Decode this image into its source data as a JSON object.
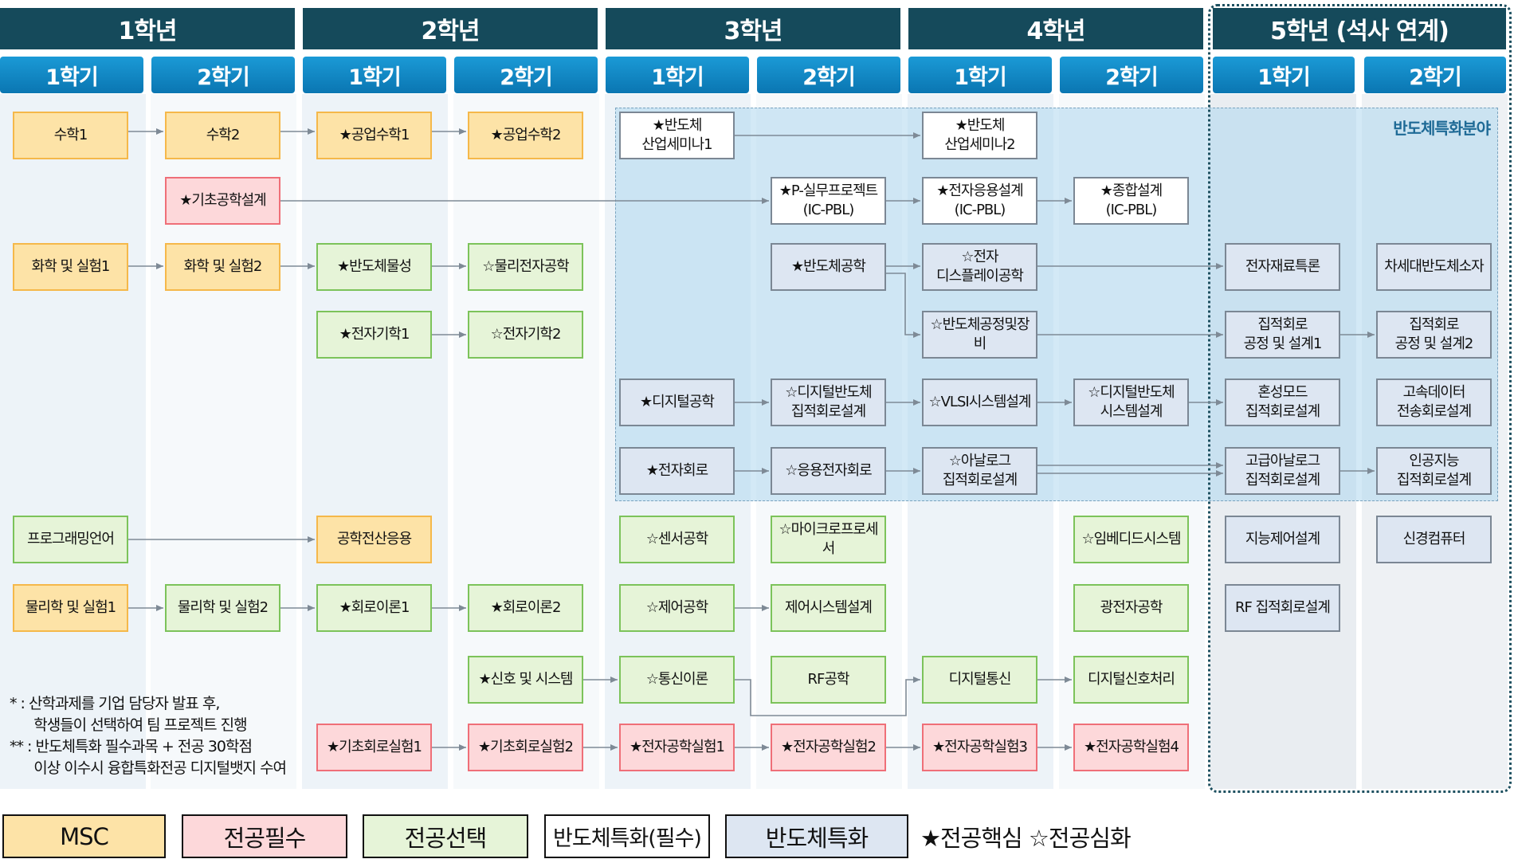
{
  "years": [
    "1학년",
    "2학년",
    "3학년",
    "4학년",
    "5학년 (석사 연계)"
  ],
  "semesters": [
    "1학기",
    "2학기"
  ],
  "semi_area_label": "반도체특화분야",
  "courses": [
    {
      "id": "c1",
      "text": "수학1",
      "cat": "msc"
    },
    {
      "id": "c2",
      "text": "수학2",
      "cat": "msc"
    },
    {
      "id": "c3",
      "text": "★공업수학1",
      "cat": "msc"
    },
    {
      "id": "c4",
      "text": "★공업수학2",
      "cat": "msc"
    },
    {
      "id": "c5",
      "text": "★반도체\n산업세미나1",
      "cat": "semi"
    },
    {
      "id": "c6",
      "text": "★반도체\n산업세미나2",
      "cat": "semi"
    },
    {
      "id": "c7",
      "text": "★기초공학설계",
      "cat": "req"
    },
    {
      "id": "c8",
      "text": "★P-실무프로젝트\n(IC-PBL)",
      "cat": "semi"
    },
    {
      "id": "c9",
      "text": "★전자응용설계\n(IC-PBL)",
      "cat": "semi"
    },
    {
      "id": "c10",
      "text": "★종합설계\n(IC-PBL)",
      "cat": "semi"
    },
    {
      "id": "c11",
      "text": "화학 및 실험1",
      "cat": "msc"
    },
    {
      "id": "c12",
      "text": "화학 및 실험2",
      "cat": "msc"
    },
    {
      "id": "c13",
      "text": "★반도체물성",
      "cat": "sel"
    },
    {
      "id": "c14",
      "text": "☆물리전자공학",
      "cat": "sel"
    },
    {
      "id": "c15",
      "text": "★반도체공학",
      "cat": "semi2"
    },
    {
      "id": "c16",
      "text": "☆전자\n디스플레이공학",
      "cat": "semi2"
    },
    {
      "id": "c17",
      "text": "전자재료특론",
      "cat": "semi2"
    },
    {
      "id": "c18",
      "text": "차세대반도체소자",
      "cat": "semi2"
    },
    {
      "id": "c19",
      "text": "★전자기학1",
      "cat": "sel"
    },
    {
      "id": "c20",
      "text": "☆전자기학2",
      "cat": "sel"
    },
    {
      "id": "c21",
      "text": "☆반도체공정및장비",
      "cat": "semi2"
    },
    {
      "id": "c22",
      "text": "집적회로\n공정 및 설계1",
      "cat": "semi2"
    },
    {
      "id": "c23",
      "text": "집적회로\n공정 및 설계2",
      "cat": "semi2"
    },
    {
      "id": "c24",
      "text": "★디지털공학",
      "cat": "semi2"
    },
    {
      "id": "c25",
      "text": "☆디지털반도체\n집적회로설계",
      "cat": "semi2"
    },
    {
      "id": "c26",
      "text": "☆VLSI시스템설계",
      "cat": "semi2"
    },
    {
      "id": "c27",
      "text": "☆디지털반도체\n시스템설계",
      "cat": "semi2"
    },
    {
      "id": "c28",
      "text": "혼성모드\n집적회로설계",
      "cat": "semi2"
    },
    {
      "id": "c29",
      "text": "고속데이터\n전송회로설계",
      "cat": "semi2"
    },
    {
      "id": "c30",
      "text": "★전자회로",
      "cat": "semi2"
    },
    {
      "id": "c31",
      "text": "☆응용전자회로",
      "cat": "semi2"
    },
    {
      "id": "c32",
      "text": "☆아날로그\n집적회로설계",
      "cat": "semi2"
    },
    {
      "id": "c33",
      "text": "고급아날로그\n집적회로설계",
      "cat": "semi2"
    },
    {
      "id": "c34",
      "text": "인공지능\n집적회로설계",
      "cat": "semi2"
    },
    {
      "id": "c35",
      "text": "프로그래밍언어",
      "cat": "sel"
    },
    {
      "id": "c36",
      "text": "공학전산응용",
      "cat": "msc"
    },
    {
      "id": "c37",
      "text": "☆센서공학",
      "cat": "sel"
    },
    {
      "id": "c38",
      "text": "☆마이크로프로세서",
      "cat": "sel"
    },
    {
      "id": "c39",
      "text": "☆임베디드시스템",
      "cat": "sel"
    },
    {
      "id": "c40",
      "text": "지능제어설계",
      "cat": "semi2"
    },
    {
      "id": "c41",
      "text": "신경컴퓨터",
      "cat": "semi2"
    },
    {
      "id": "c42",
      "text": "물리학 및 실험1",
      "cat": "msc"
    },
    {
      "id": "c43",
      "text": "물리학 및 실험2",
      "cat": "sel"
    },
    {
      "id": "c44",
      "text": "★회로이론1",
      "cat": "sel"
    },
    {
      "id": "c45",
      "text": "★회로이론2",
      "cat": "sel"
    },
    {
      "id": "c46",
      "text": "☆제어공학",
      "cat": "sel"
    },
    {
      "id": "c47",
      "text": "제어시스템설계",
      "cat": "sel"
    },
    {
      "id": "c48",
      "text": "광전자공학",
      "cat": "sel"
    },
    {
      "id": "c49",
      "text": "RF 집적회로설계",
      "cat": "semi2"
    },
    {
      "id": "c50",
      "text": "★신호 및 시스템",
      "cat": "sel"
    },
    {
      "id": "c51",
      "text": "☆통신이론",
      "cat": "sel"
    },
    {
      "id": "c52",
      "text": "RF공학",
      "cat": "sel"
    },
    {
      "id": "c53",
      "text": "디지털통신",
      "cat": "sel"
    },
    {
      "id": "c54",
      "text": "디지털신호처리",
      "cat": "sel"
    },
    {
      "id": "c55",
      "text": "★기초회로실험1",
      "cat": "req"
    },
    {
      "id": "c56",
      "text": "★기초회로실험2",
      "cat": "req"
    },
    {
      "id": "c57",
      "text": "★전자공학실험1",
      "cat": "req"
    },
    {
      "id": "c58",
      "text": "★전자공학실험2",
      "cat": "req"
    },
    {
      "id": "c59",
      "text": "★전자공학실험3",
      "cat": "req"
    },
    {
      "id": "c60",
      "text": "★전자공학실험4",
      "cat": "req"
    }
  ],
  "notes": [
    "*   : 산학과제를 기업 담당자 발표 후,",
    "      학생들이 선택하여 팀 프로젝트 진행",
    "**  : 반도체특화 필수과목 + 전공 30학점",
    "      이상 이수시 융합특화전공 디지털뱃지 수여"
  ],
  "legend": {
    "msc": "MSC",
    "req": "전공필수",
    "sel": "전공선택",
    "semi": "반도체특화(필수)",
    "semi2": "반도체특화",
    "stars": "★전공핵심 ☆전공심화"
  },
  "colors": {
    "header": "#154a5b",
    "semester": "#1b9ad6",
    "msc": "#fde3a7",
    "required": "#fdd8da",
    "elective": "#e6f4d8",
    "semiconductor": "#dde6f2",
    "arrow": "#7e8a96"
  }
}
